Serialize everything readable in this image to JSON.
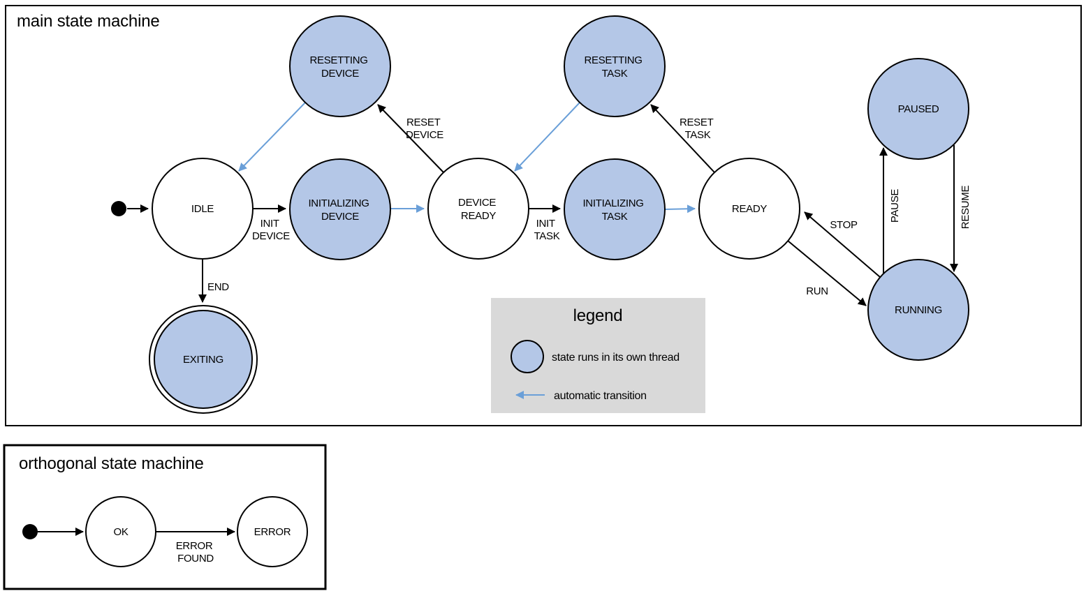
{
  "colors": {
    "thread_fill": "#b4c7e7",
    "auto_transition": "#6a9fd8",
    "legend_bg": "#d9d9d9",
    "stroke": "#000000"
  },
  "main": {
    "title": "main state machine",
    "states": {
      "idle": {
        "label": "IDLE"
      },
      "resetting_device": {
        "line1": "RESETTING",
        "line2": "DEVICE"
      },
      "initializing_device": {
        "line1": "INITIALIZING",
        "line2": "DEVICE"
      },
      "device_ready": {
        "line1": "DEVICE",
        "line2": "READY"
      },
      "resetting_task": {
        "line1": "RESETTING",
        "line2": "TASK"
      },
      "initializing_task": {
        "line1": "INITIALIZING",
        "line2": "TASK"
      },
      "ready": {
        "label": "READY"
      },
      "paused": {
        "label": "PAUSED"
      },
      "running": {
        "label": "RUNNING"
      },
      "exiting": {
        "label": "EXITING"
      }
    },
    "transitions": {
      "init_device": {
        "line1": "INIT",
        "line2": "DEVICE"
      },
      "reset_device": {
        "line1": "RESET",
        "line2": "DEVICE"
      },
      "init_task": {
        "line1": "INIT",
        "line2": "TASK"
      },
      "reset_task": {
        "line1": "RESET",
        "line2": "TASK"
      },
      "end": {
        "label": "END"
      },
      "run": {
        "label": "RUN"
      },
      "stop": {
        "label": "STOP"
      },
      "pause": {
        "label": "PAUSE"
      },
      "resume": {
        "label": "RESUME"
      }
    }
  },
  "legend": {
    "title": "legend",
    "thread_item": "state runs in its own thread",
    "auto_item": "automatic transition"
  },
  "orthogonal": {
    "title": "orthogonal state machine",
    "states": {
      "ok": {
        "label": "OK"
      },
      "error": {
        "label": "ERROR"
      }
    },
    "transitions": {
      "error_found": {
        "line1": "ERROR",
        "line2": "FOUND"
      }
    }
  }
}
